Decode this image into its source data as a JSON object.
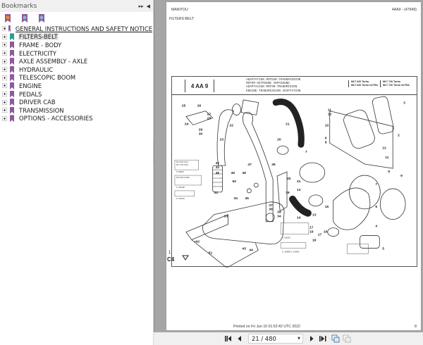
{
  "sidebar": {
    "title": "Bookmarks",
    "header_controls": [
      "expand-icon",
      "collapse-panel-icon"
    ],
    "toolbar_icons": [
      "bookmark-options-icon",
      "expand-bookmark-icon",
      "collapse-bookmark-icon"
    ],
    "items": [
      {
        "label": "GENERAL INSTRUCTIONS AND SAFETY NOTICE",
        "color": "#8e5a9c",
        "underlined": true,
        "selected": false
      },
      {
        "label": "FILTERS-BELT",
        "color": "#2a9d8f",
        "underlined": false,
        "selected": true
      },
      {
        "label": "FRAME - BODY",
        "color": "#8e5a9c",
        "underlined": false,
        "selected": false
      },
      {
        "label": "ELECTRICITY",
        "color": "#8e5a9c",
        "underlined": false,
        "selected": false
      },
      {
        "label": "AXLE ASSEMBLY - AXLE",
        "color": "#8e5a9c",
        "underlined": false,
        "selected": false
      },
      {
        "label": "HYDRAULIC",
        "color": "#8e5a9c",
        "underlined": false,
        "selected": false
      },
      {
        "label": "TELESCOPIC BOOM",
        "color": "#8e5a9c",
        "underlined": false,
        "selected": false
      },
      {
        "label": "ENGINE",
        "color": "#8e5a9c",
        "underlined": false,
        "selected": false
      },
      {
        "label": "PEDALS",
        "color": "#8e5a9c",
        "underlined": false,
        "selected": false
      },
      {
        "label": "DRIVER CAB",
        "color": "#8e5a9c",
        "underlined": false,
        "selected": false
      },
      {
        "label": "TRANSMISSION",
        "color": "#8e5a9c",
        "underlined": false,
        "selected": false
      },
      {
        "label": "OPTIONS - ACCESSORIES",
        "color": "#8e5a9c",
        "underlined": false,
        "selected": false
      }
    ]
  },
  "page": {
    "brand": "MANITOU",
    "section": "FILTERS-BELT",
    "ref": "4AA9 - (47949)",
    "code": "4 AA 9",
    "titles": [
      "ADAPTATION MOTEUR-TRANSMISSION",
      "MOTOR-GETRIEBE ANPASSUNG",
      "ADAPTACION MOTOR-TRANSMISION",
      "ENGINE-TRANSMISSION ADAPTATION"
    ],
    "models": [
      [
        "MLT 626 Turbo",
        "MLT 626 Turbo ULTRA"
      ],
      [
        "MLT 726 Turbo",
        "MLT 726 Turbo ULTRA"
      ]
    ],
    "frame_tag_number": "1",
    "frame_tag_code": "C4",
    "part_callouts": [
      "25",
      "26",
      "27",
      "28",
      "24",
      "29",
      "30",
      "22",
      "23",
      "21",
      "20",
      "3",
      "2",
      "11",
      "12",
      "10",
      "9",
      "8",
      "7",
      "12",
      "11",
      "31",
      "32",
      "46",
      "49",
      "48",
      "47",
      "50",
      "36",
      "45",
      "34",
      "37",
      "38",
      "40",
      "41",
      "39",
      "13",
      "14",
      "15",
      "13",
      "17",
      "19",
      "16",
      "17",
      "18",
      "33",
      "42",
      "51",
      "43",
      "44",
      "34",
      "34",
      "7",
      "6",
      "8",
      "9",
      "5",
      "4",
      "1",
      "31"
    ],
    "printed_on": "Printed on  Fri Jun 10 01:52:42 UTC 2022",
    "page_number": "8"
  },
  "navbar": {
    "page_display": "21 / 480",
    "current_page": 21,
    "total_pages": 480,
    "buttons": [
      "first-page",
      "previous-page",
      "next-page",
      "last-page",
      "single-page-view",
      "two-page-view"
    ]
  }
}
